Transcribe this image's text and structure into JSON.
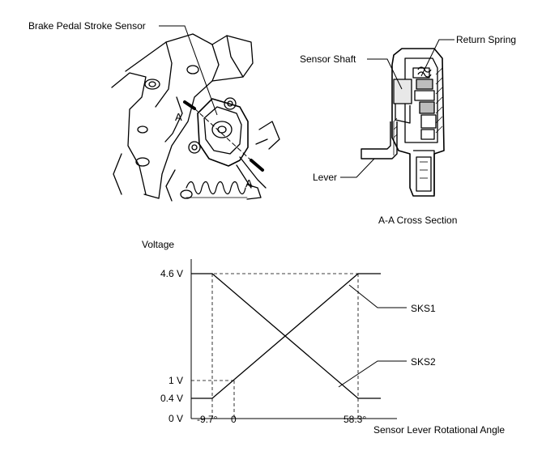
{
  "illustration": {
    "callouts": {
      "brake_pedal_stroke_sensor": "Brake Pedal Stroke Sensor",
      "return_spring": "Return Spring",
      "sensor_shaft": "Sensor Shaft",
      "lever": "Lever"
    },
    "section_marks": [
      "A",
      "A"
    ],
    "cross_section_caption": "A-A Cross Section"
  },
  "graph": {
    "y_axis_label": "Voltage",
    "x_axis_label": "Sensor Lever Rotational Angle",
    "y_ticks": [
      "4.6 V",
      "1 V",
      "0.4 V",
      "0 V"
    ],
    "x_ticks": [
      "-9.7°",
      "0",
      "58.3°"
    ],
    "series_labels": [
      "SKS1",
      "SKS2"
    ]
  },
  "chart_data": {
    "type": "line",
    "xlabel": "Sensor Lever Rotational Angle",
    "ylabel": "Voltage",
    "x_ticks": [
      -9.7,
      0,
      58.3
    ],
    "y_ticks": [
      0.4,
      1,
      4.6
    ],
    "series": [
      {
        "name": "SKS1",
        "x": [
          -9.7,
          58.3
        ],
        "y": [
          0.4,
          4.6
        ],
        "flat_before": 0.4,
        "flat_after": 4.6
      },
      {
        "name": "SKS2",
        "x": [
          -9.7,
          58.3
        ],
        "y": [
          4.6,
          0.4
        ],
        "flat_before": 4.6,
        "flat_after": 0.4
      }
    ]
  }
}
